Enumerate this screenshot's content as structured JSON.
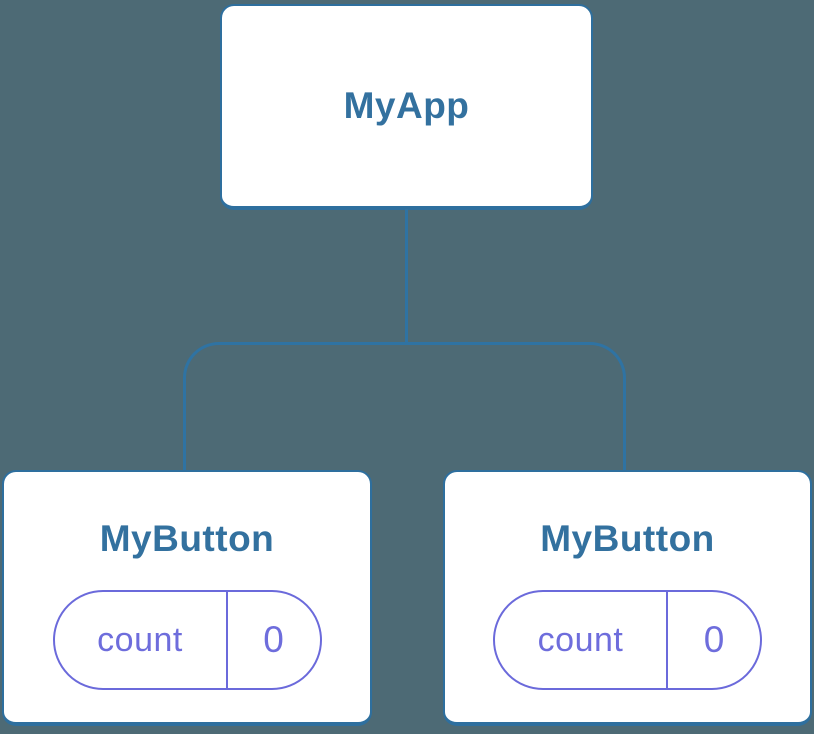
{
  "diagram": {
    "type": "component-tree",
    "root": {
      "label": "MyApp"
    },
    "children": [
      {
        "label": "MyButton",
        "state": {
          "key": "count",
          "value": "0"
        }
      },
      {
        "label": "MyButton",
        "state": {
          "key": "count",
          "value": "0"
        }
      }
    ]
  },
  "colors": {
    "bg": "#4d6a75",
    "node-border": "#2e6f9e",
    "node-text": "#33719f",
    "connector": "#2f73a3",
    "state": "#6b6adb",
    "state-text": "#6e6ddc",
    "card-bg": "#ffffff"
  }
}
